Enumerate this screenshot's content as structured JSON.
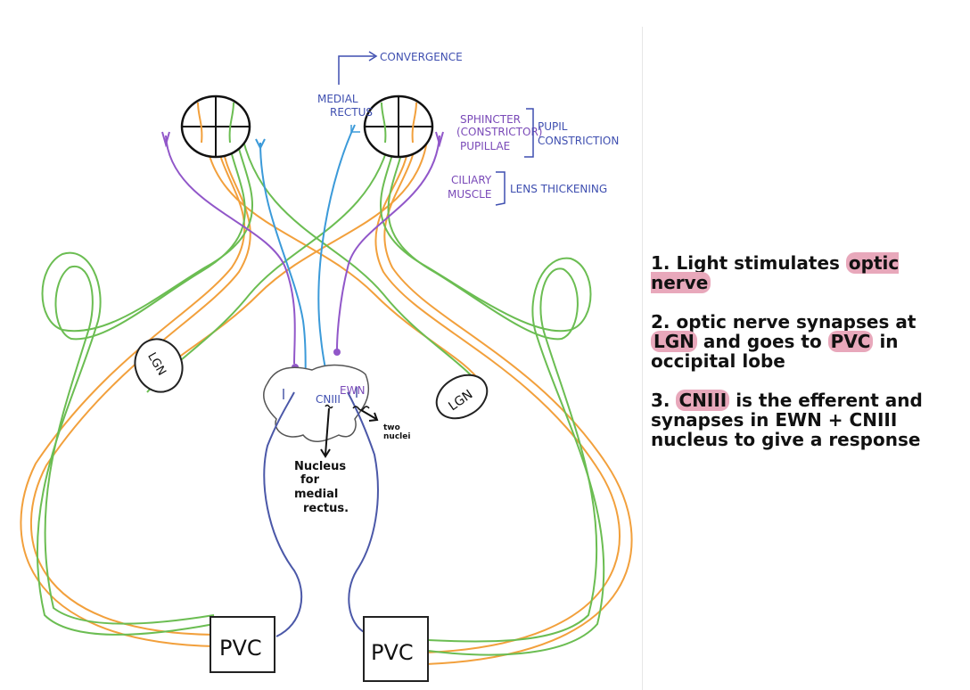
{
  "colors": {
    "orange": "#f2a03c",
    "green": "#6bbd52",
    "blue_light": "#3b9ad9",
    "purple": "#9157c9",
    "navy": "#4b58a8",
    "highlight": "#e8a8bb",
    "label_blue": "#3f4fb0"
  },
  "diagram": {
    "convergence_label": "CONVERGENCE",
    "medial_rectus_line1": "MEDIAL",
    "medial_rectus_line2": "RECTUS",
    "sphincter_line1": "SPHINCTER",
    "sphincter_line2": "(CONSTRICTOR)",
    "sphincter_line3": "PUPILLAE",
    "pupil_constriction_line1": "PUPIL",
    "pupil_constriction_line2": "CONSTRICTION",
    "ciliary_line1": "CILIARY",
    "ciliary_line2": "MUSCLE",
    "lens_thickening": "LENS THICKENING",
    "lgn_left": "LGN",
    "lgn_right": "LGN",
    "cniii_label": "CNIII",
    "ewn_label": "EWN",
    "two_nuclei_line1": "two",
    "two_nuclei_line2": "nuclei",
    "nucleus_line1": "Nucleus",
    "nucleus_line2": "for",
    "nucleus_line3": "medial",
    "nucleus_line4": "rectus.",
    "pvc_left": "PVC",
    "pvc_right": "PVC"
  },
  "notes": {
    "note1": {
      "number": "1.",
      "text_before": "Light stimulates",
      "highlight": "optic nerve",
      "text_after": ""
    },
    "note2": {
      "number": "2.",
      "text_before": "optic nerve synapses at",
      "highlight1": "LGN",
      "text_middle": "and goes to",
      "highlight2": "PVC",
      "text_after": "in occipital lobe"
    },
    "note3": {
      "number": "3.",
      "highlight": "CNIII",
      "text_after": "is the efferent and synapses in EWN + CNIII nucleus to give a response"
    }
  }
}
